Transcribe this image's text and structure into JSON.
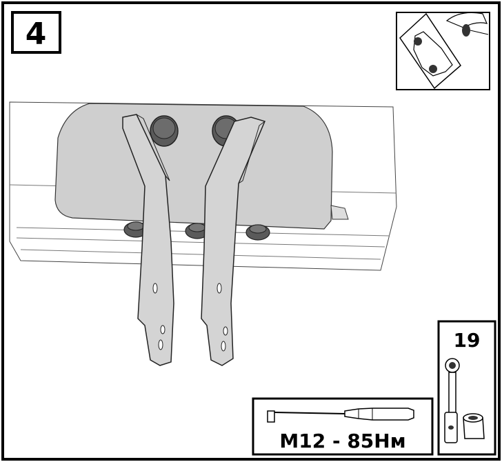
{
  "step": {
    "number": "4"
  },
  "socket": {
    "size": "19"
  },
  "torque": {
    "label": "M12 - 85Нм"
  },
  "icons": {
    "orientation": "car-underside-view-icon",
    "socket_wrench": "socket-wrench-icon",
    "torque_wrench": "torque-wrench-icon"
  },
  "colors": {
    "part_fill": "#cfcfcf",
    "bolt_fill": "#5a5a5a",
    "line": "#000000"
  }
}
